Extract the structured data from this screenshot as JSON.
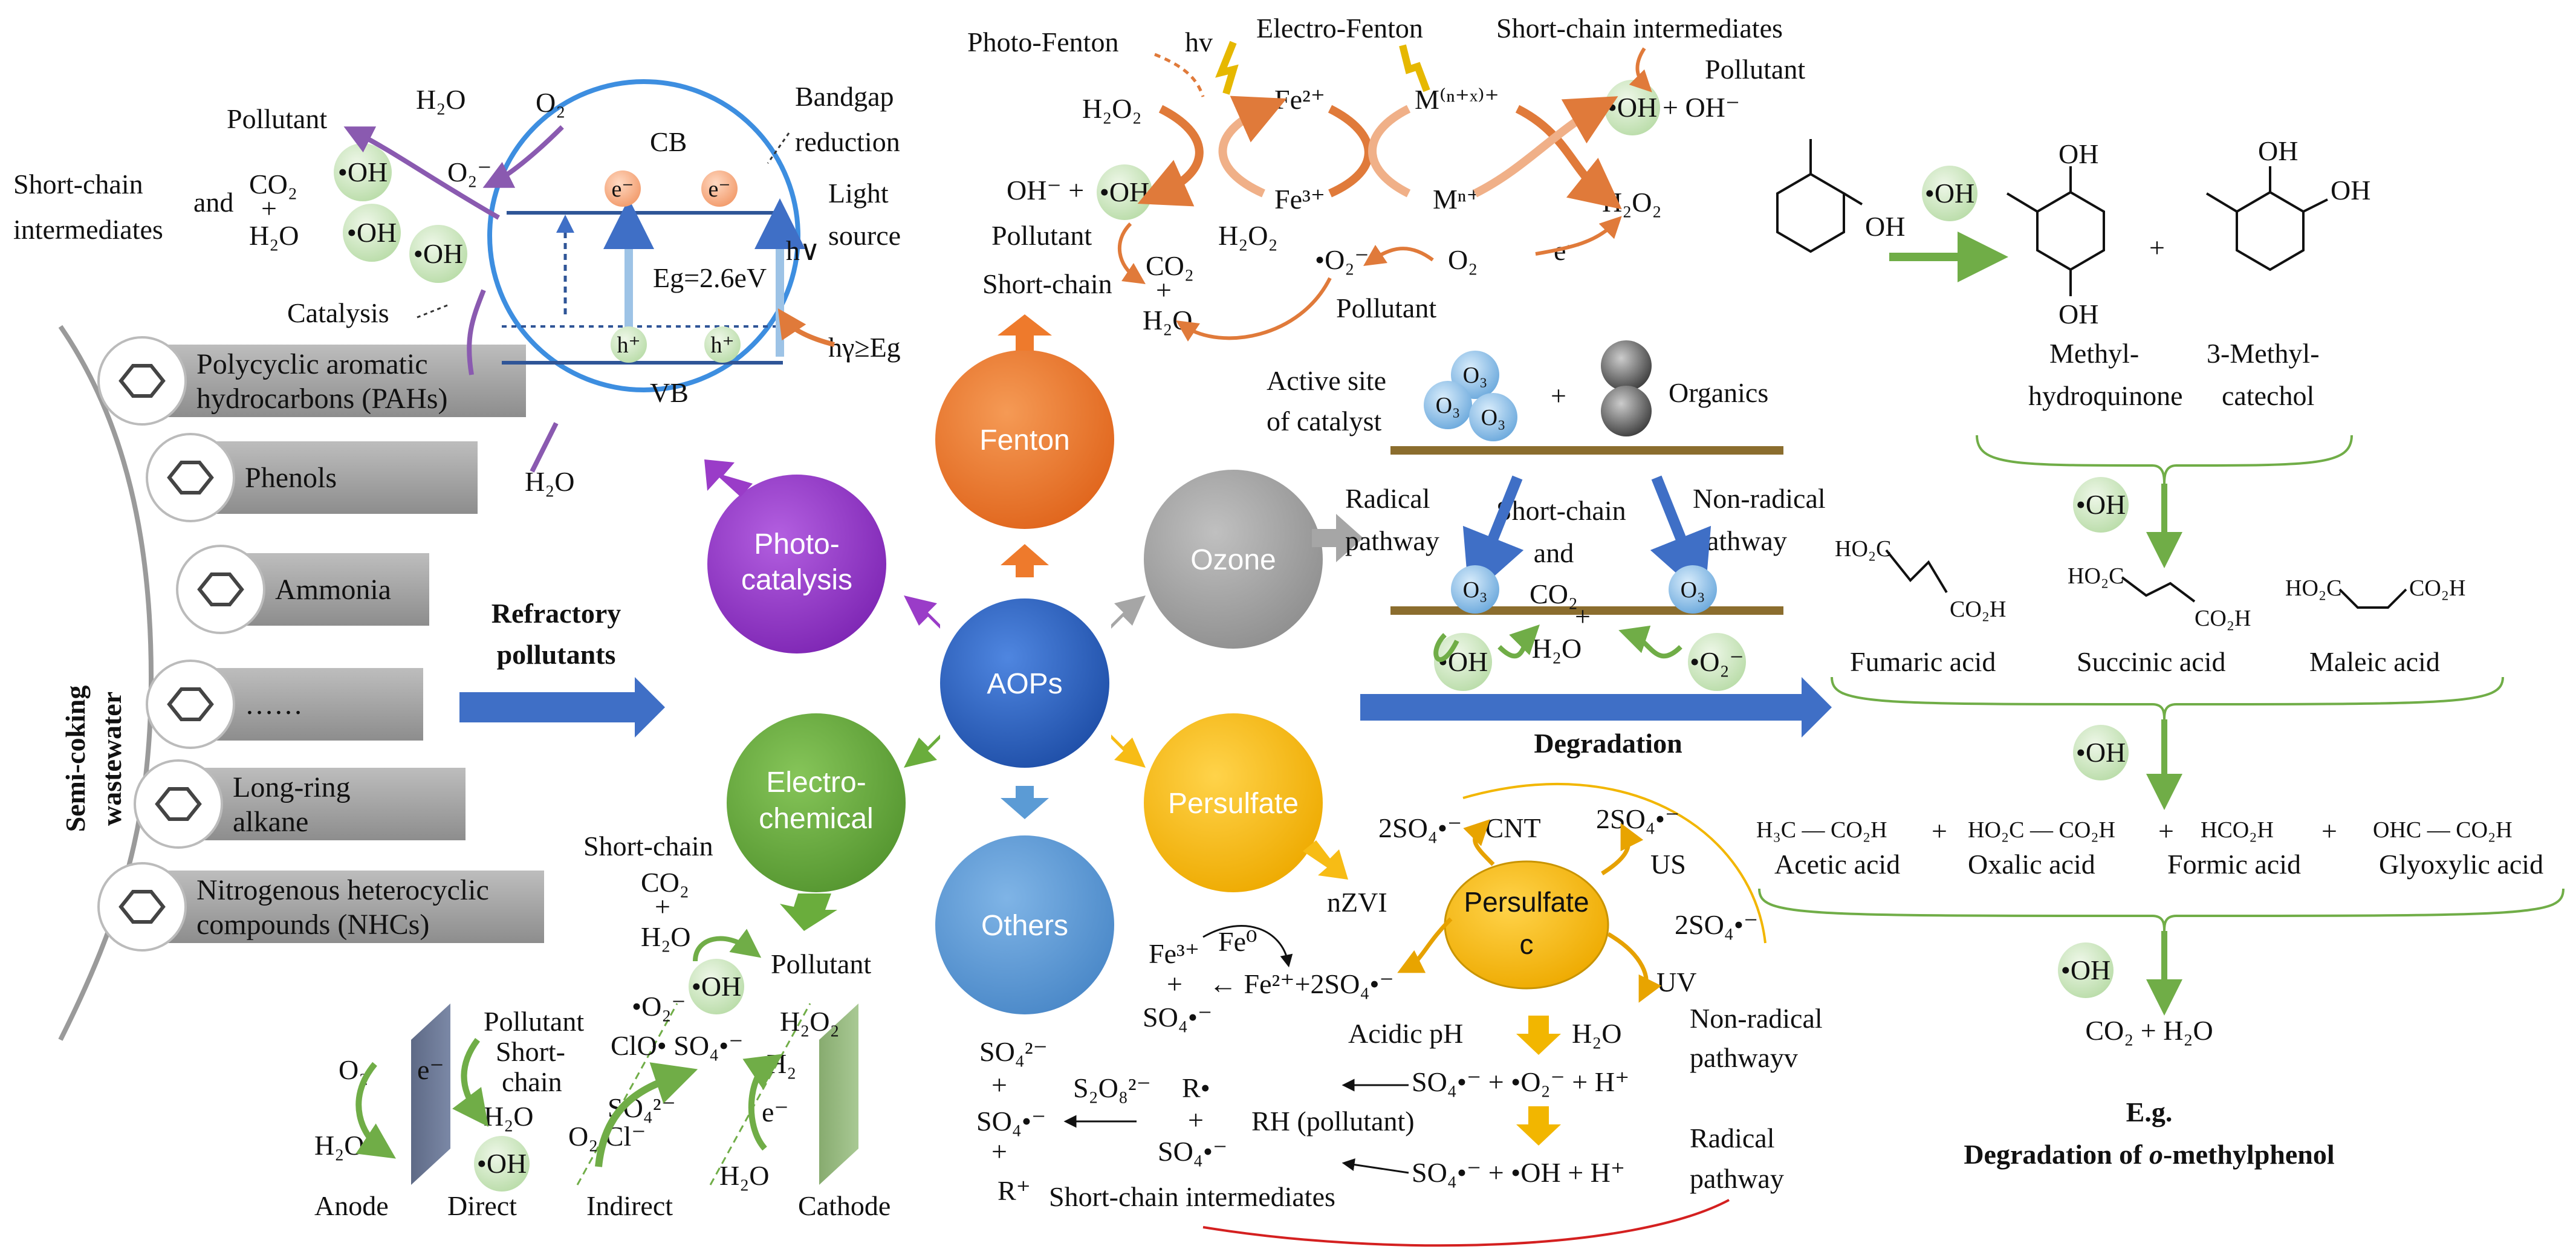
{
  "colors": {
    "fenton": "#ee7a2c",
    "photo": "#9a3cc8",
    "ozone": "#a6a6a6",
    "aops": "#2f63c2",
    "electro": "#6aad3c",
    "persulfate": "#f7bc15",
    "others": "#5b9bd5",
    "green_arrow": "#70ad47",
    "blue_arrow": "#3f6fc6",
    "oh_circle": "#d5ebcb",
    "gray_box": "#a9a9a9",
    "orange_arrow": "#e07a3a"
  },
  "center": {
    "aops": "AOPs",
    "fenton": "Fenton",
    "photo_line1": "Photo-",
    "photo_line2": "catalysis",
    "ozone": "Ozone",
    "electro_line1": "Electro-",
    "electro_line2": "chemical",
    "persulfate": "Persulfate",
    "others": "Others"
  },
  "left": {
    "side_label_1": "Semi-coking",
    "side_label_2": "wastewater",
    "items": [
      {
        "label_1": "Polycyclic aromatic",
        "label_2": "hydrocarbons (PAHs)",
        "icon": "pah-molecule-icon"
      },
      {
        "label_1": "Phenols",
        "label_2": "",
        "icon": "phenol-molecule-icon"
      },
      {
        "label_1": "Ammonia",
        "label_2": "",
        "icon": "ammonia-molecule-icon"
      },
      {
        "label_1": "……",
        "label_2": "",
        "icon": "generic-molecule-icon"
      },
      {
        "label_1": "Long-ring",
        "label_2": "alkane",
        "icon": "alkane-molecule-icon"
      },
      {
        "label_1": "Nitrogenous heterocyclic",
        "label_2": "compounds (NHCs)",
        "icon": "nhc-molecule-icon"
      }
    ],
    "refractory_1": "Refractory",
    "refractory_2": "pollutants"
  },
  "photo": {
    "pollutant": "Pollutant",
    "h2o_top": "H₂O",
    "o2": "O₂",
    "o2_radical": "O₂⁻",
    "oh": "•OH",
    "short_chain_1": "Short-chain",
    "short_chain_2": "intermediates",
    "and": "and",
    "co2": "CO₂",
    "plus": "+",
    "h2o_mid": "H₂O",
    "catalysis": "Catalysis",
    "h2o_bottom": "H₂O",
    "cb": "CB",
    "vb": "VB",
    "eg": "Eg=2.6eV",
    "electron": "e⁻",
    "hole": "h⁺",
    "bandgap_1": "Bandgap",
    "bandgap_2": "reduction",
    "light_1": "Light",
    "light_2": "source",
    "hv": "h∨",
    "hv_eg": "hγ≥Eg"
  },
  "fenton": {
    "photo_fenton": "Photo-Fenton",
    "hv": "hv",
    "electro_fenton": "Electro-Fenton",
    "short_chain_top": "Short-chain intermediates",
    "pollutant_top": "Pollutant",
    "h2o2_a": "H₂O₂",
    "fe2": "Fe²⁺",
    "mnx": "M⁽ⁿ⁺ˣ⁾⁺",
    "oh_plus_ohm": "+ OH⁻",
    "ohm_plus": "OH⁻ +",
    "fe3": "Fe³⁺",
    "mn": "Mⁿ⁺",
    "h2o2_b": "H₂O₂",
    "h2o2_c": "H₂O₂",
    "o2_rad": "•O₂⁻",
    "o2": "O₂",
    "e": "e⁻",
    "pollutant_left": "Pollutant",
    "short_chain_left": "Short-chain",
    "co2": "CO₂",
    "plus": "+",
    "h2o": "H₂O",
    "pollutant_bottom": "Pollutant",
    "oh": "•OH"
  },
  "ozone": {
    "active_site_1": "Active site",
    "active_site_2": "of catalyst",
    "plus": "+",
    "organics": "Organics",
    "o3": "O₃",
    "radical_1": "Radical",
    "radical_2": "pathway",
    "nonradical_1": "Non-radical",
    "nonradical_2": "pathway",
    "short_chain": "Short-chain",
    "and": "and",
    "co2": "CO₂",
    "h2o": "H₂O",
    "oh": "•OH",
    "o2rad": "•O₂⁻",
    "degradation": "Degradation"
  },
  "example": {
    "oh": "•OH",
    "oh_group": "OH",
    "plus": "+",
    "methyl_hydroquinone_1": "Methyl-",
    "methyl_hydroquinone_2": "hydroquinone",
    "methyl_catechol_1": "3-Methyl-",
    "methyl_catechol_2": "catechol",
    "fumaric": "Fumaric acid",
    "succinic": "Succinic acid",
    "maleic": "Maleic acid",
    "ho2c": "HO₂C",
    "co2h": "CO₂H",
    "acetic_formula": "H₃C — CO₂H",
    "oxalic_formula": "HO₂C — CO₂H",
    "formic_formula": "HCO₂H",
    "glyoxylic_formula": "OHC — CO₂H",
    "acetic": "Acetic acid",
    "oxalic": "Oxalic acid",
    "formic": "Formic acid",
    "glyoxylic": "Glyoxylic acid",
    "final": "CO₂ + H₂O",
    "eg": "E.g.",
    "title_prefix": "Degradation of ",
    "title_italic": "o",
    "title_suffix": "-methylphenol"
  },
  "persulfate": {
    "cnt": "2SO₄•⁻ - CNT",
    "us_top": "2SO₄•⁻",
    "us": "US",
    "nzvi": "nZVI",
    "center_1": "Persulfate",
    "center_2": "c",
    "uv_top": "2SO₄•⁻",
    "uv": "UV",
    "fe3": "Fe³⁺",
    "fe0": "Fe⁰",
    "fe_plus": "+",
    "fe2_so4": "← Fe²⁺+2SO₄•⁻",
    "so4_rad": "SO₄•⁻",
    "acidic": "Acidic pH",
    "h2o": "H₂O",
    "nonradical_1": "Non-radical",
    "nonradical_2": "pathwayv",
    "nonradical_eq": "SO₄•⁻ + •O₂⁻ + H⁺",
    "radical_eq": "SO₄•⁻ + •OH + H⁺",
    "radical_1": "Radical",
    "radical_2": "pathway",
    "so42": "SO₄²⁻",
    "plus": "+",
    "so4_b": "SO₄•⁻",
    "r_plus": "R⁺",
    "s2o8": "S₂O₈²⁻",
    "r_rad": "R•",
    "so4_c": "SO₄•⁻",
    "rh": "RH (pollutant)",
    "short_chain": "Short-chain intermediates"
  },
  "electro": {
    "short_chain": "Short-chain",
    "co2": "CO₂",
    "plus": "+",
    "h2o_top": "H₂O",
    "pollutant_right": "Pollutant",
    "oh": "•OH",
    "o2": "O₂",
    "e": "e⁻",
    "pollutant_left": "Pollutant",
    "short_1": "Short-",
    "short_2": "chain",
    "h2o_a": "H₂O",
    "h2o_b": "H₂O",
    "species": "•O₂⁻",
    "clo": "ClO•  SO₄•⁻",
    "so42": "SO₄²⁻",
    "o2_cl": "O₂  Cl⁻",
    "h2o2": "H₂O₂",
    "h2": "H₂",
    "h2o_c": "H₂O",
    "anode": "Anode",
    "direct": "Direct",
    "indirect": "Indirect",
    "cathode": "Cathode"
  }
}
